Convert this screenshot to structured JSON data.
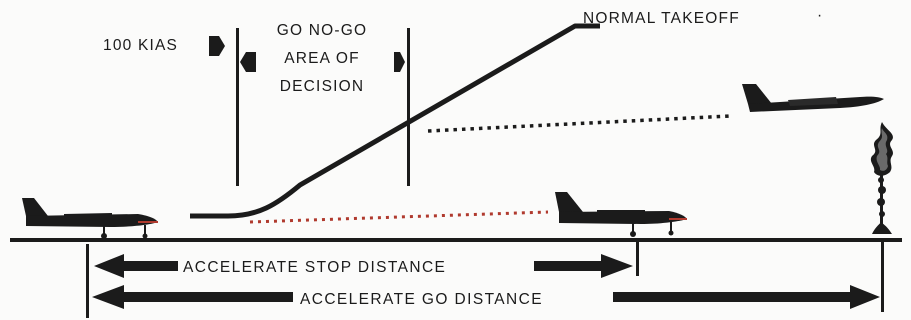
{
  "labels": {
    "speed": "100 KIAS",
    "decision_line1": "GO NO-GO",
    "decision_line2": "AREA OF",
    "decision_line3": "DECISION",
    "normal_takeoff": "NORMAL TAKEOFF",
    "accelerate_stop": "ACCELERATE STOP DISTANCE",
    "accelerate_go": "ACCELERATE GO DISTANCE"
  },
  "colors": {
    "ink": "#1b1b1b",
    "runway_dots_red": "#b03a2e",
    "background": "#fbfbfa"
  },
  "icons": {
    "aircraft": "twin-engine-airplane-icon",
    "obstacle": "tree-obstacle-icon"
  }
}
